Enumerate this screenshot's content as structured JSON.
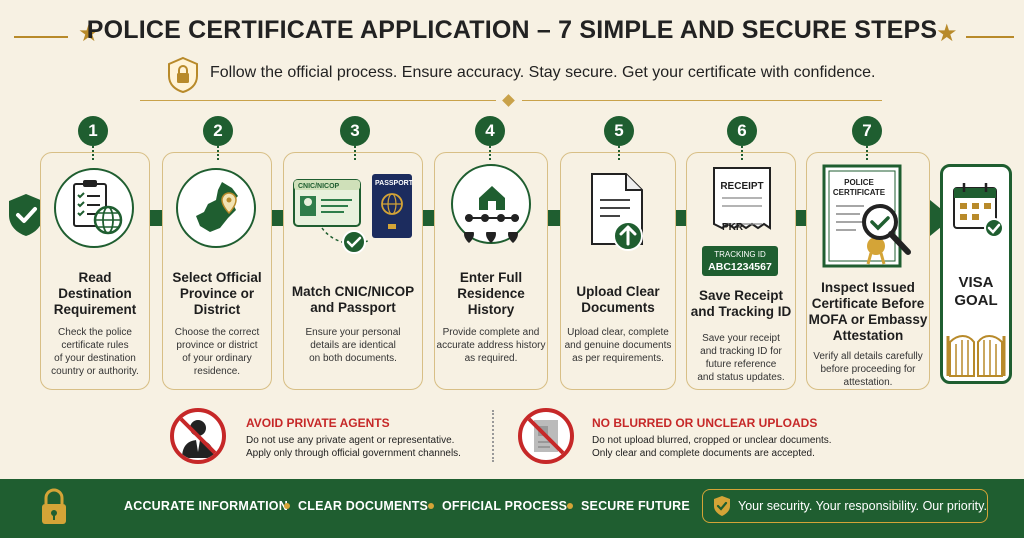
{
  "header": {
    "title": "POLICE CERTIFICATE APPLICATION – 7 SIMPLE AND SECURE STEPS",
    "subtitle": "Follow the official process. Ensure accuracy. Stay secure. Get your certificate with confidence."
  },
  "steps": [
    {
      "number": "1",
      "title": "Read\nDestination\nRequirement",
      "desc": "Check the police\ncertificate rules\nof your destination\ncountry or authority."
    },
    {
      "number": "2",
      "title": "Select Official\nProvince or\nDistrict",
      "desc": "Choose the correct\nprovince or district\nof your ordinary\nresidence."
    },
    {
      "number": "3",
      "title": "Match CNIC/NICOP\nand Passport",
      "desc": "Ensure your personal\ndetails are identical\non both documents."
    },
    {
      "number": "4",
      "title": "Enter Full\nResidence\nHistory",
      "desc": "Provide complete and\naccurate address history\nas required."
    },
    {
      "number": "5",
      "title": "Upload Clear\nDocuments",
      "desc": "Upload clear, complete\nand genuine documents\nas per requirements."
    },
    {
      "number": "6",
      "title": "Save Receipt\nand Tracking ID",
      "desc": "Save your receipt\nand tracking ID for\nfuture reference\nand status updates."
    },
    {
      "number": "7",
      "title": "Inspect Issued\nCertificate Before\nMOFA or Embassy\nAttestation",
      "desc": "Verify all details carefully\nbefore proceeding for\nattestation."
    }
  ],
  "step_labels": {
    "cnic": "CNIC/NICOP",
    "passport": "PASSPORT",
    "receipt": "RECEIPT",
    "pkr": "PKR",
    "tracking_label": "TRACKING ID",
    "tracking_value": "ABC1234567",
    "certificate": "POLICE\nCERTIFICATE"
  },
  "visa_goal": "VISA\nGOAL",
  "warnings": [
    {
      "title": "AVOID PRIVATE AGENTS",
      "text": "Do not use any private agent or representative.\nApply only through official government channels."
    },
    {
      "title": "NO BLURRED OR UNCLEAR UPLOADS",
      "text": "Do not upload blurred, cropped or unclear documents.\nOnly clear and complete documents are accepted."
    }
  ],
  "footer": {
    "items": [
      "ACCURATE INFORMATION",
      "CLEAR DOCUMENTS",
      "OFFICIAL PROCESS",
      "SECURE FUTURE"
    ],
    "motto": "Your security. Your responsibility. Our priority."
  },
  "colors": {
    "green": "#1f5e30",
    "gold": "#b88a2a",
    "red": "#c62828",
    "cream": "#f7f1e3"
  }
}
